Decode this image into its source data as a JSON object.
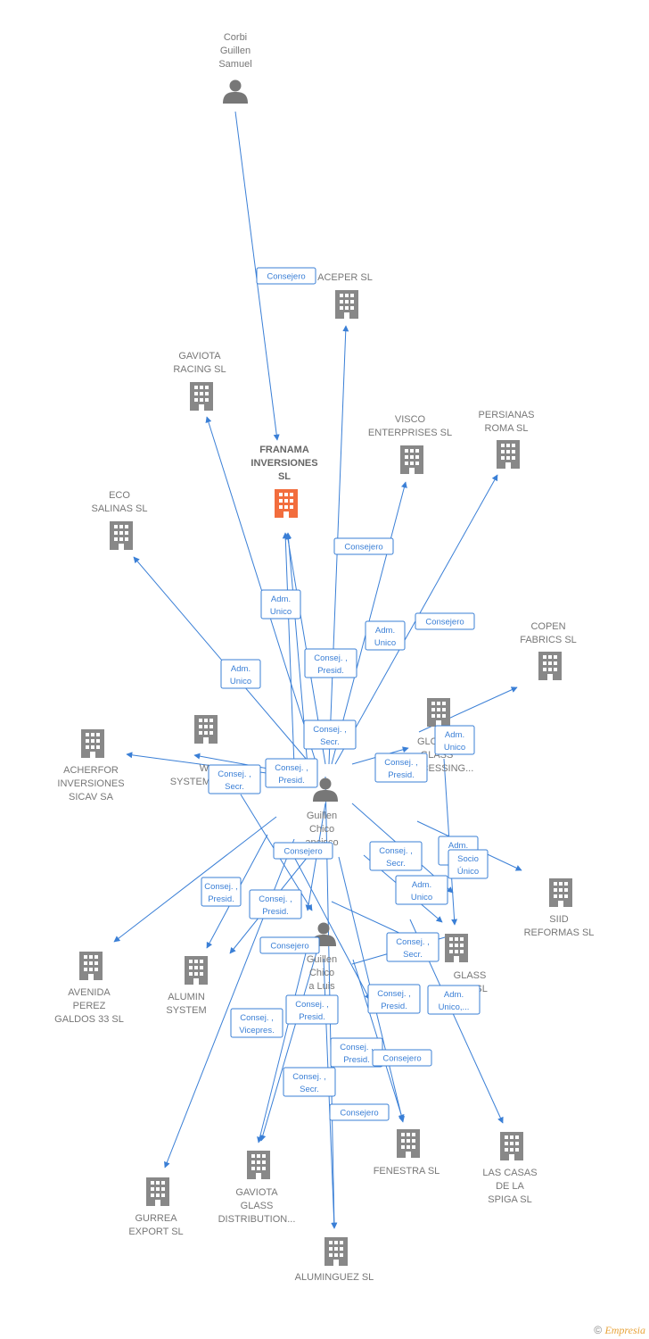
{
  "colors": {
    "edge": "#3a7fd6",
    "company": "#888888",
    "company_main": "#f26d3d",
    "person": "#777777"
  },
  "icons": {
    "company": "building-icon",
    "person": "person-icon"
  },
  "nodes": [
    {
      "id": "corbi",
      "type": "person",
      "label": [
        "Corbi",
        "Guillen",
        "Samuel"
      ]
    },
    {
      "id": "franama",
      "type": "company",
      "main": true,
      "label": [
        "FRANAMA",
        "INVERSIONES",
        "SL"
      ]
    },
    {
      "id": "aceper",
      "type": "company",
      "label": [
        "ACEPER SL"
      ]
    },
    {
      "id": "gaviota_racing",
      "type": "company",
      "label": [
        "GAVIOTA",
        "RACING SL"
      ]
    },
    {
      "id": "visco",
      "type": "company",
      "label": [
        "VISCO",
        "ENTERPRISES SL"
      ]
    },
    {
      "id": "persianas",
      "type": "company",
      "label": [
        "PERSIANAS",
        "ROMA SL"
      ]
    },
    {
      "id": "eco",
      "type": "company",
      "label": [
        "ECO",
        "SALINAS SL"
      ]
    },
    {
      "id": "copen",
      "type": "company",
      "label": [
        "COPEN",
        "FABRICS  SL"
      ]
    },
    {
      "id": "acherfor",
      "type": "company",
      "label": [
        "ACHERFOR",
        "INVERSIONES",
        "SICAV SA"
      ]
    },
    {
      "id": "wsystemas",
      "type": "company",
      "label": [
        "W",
        "SYSTEMAS  SL"
      ]
    },
    {
      "id": "global",
      "type": "company",
      "label": [
        "GLOBAL",
        "GLASS",
        "PROCESSING..."
      ]
    },
    {
      "id": "p1",
      "type": "person",
      "label": [
        "Guillen",
        "Chico",
        "ancisco"
      ]
    },
    {
      "id": "siid",
      "type": "company",
      "label": [
        "SIID",
        "REFORMAS SL"
      ]
    },
    {
      "id": "avenida",
      "type": "company",
      "label": [
        "AVENIDA",
        "PEREZ",
        "GALDOS 33  SL"
      ]
    },
    {
      "id": "aluminsys",
      "type": "company",
      "label": [
        "ALUMIN",
        "SYSTEM"
      ]
    },
    {
      "id": "p2",
      "type": "person",
      "label": [
        "Guillen",
        "Chico",
        "a Luis"
      ]
    },
    {
      "id": "glasstro",
      "type": "company",
      "label": [
        "GLASS",
        "TRO SL"
      ]
    },
    {
      "id": "fenestra",
      "type": "company",
      "label": [
        "FENESTRA  SL"
      ]
    },
    {
      "id": "lascasas",
      "type": "company",
      "label": [
        "LAS CASAS",
        "DE LA",
        "SPIGA SL"
      ]
    },
    {
      "id": "gurrea",
      "type": "company",
      "label": [
        "GURREA",
        "EXPORT SL"
      ]
    },
    {
      "id": "gaviota_glass",
      "type": "company",
      "label": [
        "GAVIOTA",
        "GLASS",
        "DISTRIBUTION..."
      ]
    },
    {
      "id": "aluminguez",
      "type": "company",
      "label": [
        "ALUMINGUEZ SL"
      ]
    }
  ],
  "edge_labels": [
    [
      "Consejero"
    ],
    [
      "Consejero"
    ],
    [
      "Adm.",
      "Unico"
    ],
    [
      "Consej. ,",
      "Presid."
    ],
    [
      "Adm.",
      "Unico"
    ],
    [
      "Consejero"
    ],
    [
      "Adm.",
      "Unico"
    ],
    [
      "Consej. ,",
      "Secr."
    ],
    [
      "Consej. ,",
      "Secr."
    ],
    [
      "Consej. ,",
      "Presid."
    ],
    [
      "Consej. ,",
      "Presid."
    ],
    [
      "Adm.",
      "Unico"
    ],
    [
      "Adm.",
      "U"
    ],
    [
      "Socio",
      "Único"
    ],
    [
      "Consejero"
    ],
    [
      "Consej. ,",
      "Secr."
    ],
    [
      "Consej. ,",
      "Presid."
    ],
    [
      "Adm.",
      "Unico"
    ],
    [
      "Consej. ,",
      "Presid."
    ],
    [
      "Consejero"
    ],
    [
      "Consej. ,",
      "Secr."
    ],
    [
      "Consej. ,",
      "Vicepres."
    ],
    [
      "Consej. ,",
      "Presid."
    ],
    [
      "Consej. ,",
      "Presid."
    ],
    [
      "Adm.",
      "Unico,..."
    ],
    [
      "Consej. ,",
      "Presid."
    ],
    [
      "Consejero"
    ],
    [
      "Consej. ,",
      "Secr."
    ],
    [
      "Consejero"
    ]
  ],
  "footer": {
    "copyright": "©",
    "brand": "Empresia"
  }
}
